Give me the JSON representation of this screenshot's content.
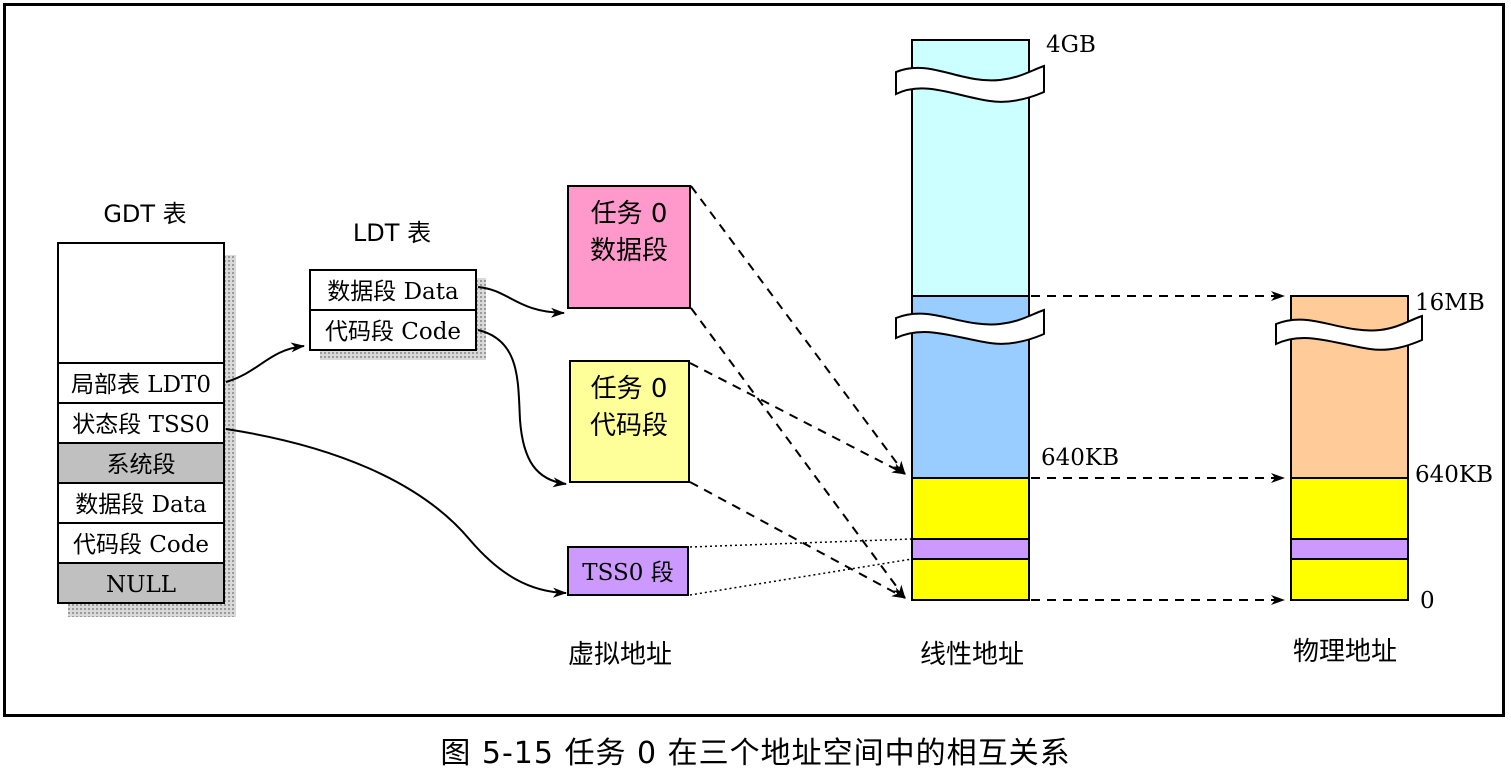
{
  "gdt": {
    "title": "GDT 表",
    "rows": [
      "局部表 LDT0",
      "状态段 TSS0",
      "系统段",
      "数据段 Data",
      "代码段 Code",
      "NULL"
    ]
  },
  "ldt": {
    "title": "LDT 表",
    "rows": [
      "数据段 Data",
      "代码段 Code"
    ]
  },
  "virtual": {
    "data_seg": [
      "任务 0",
      "数据段"
    ],
    "code_seg": [
      "任务 0",
      "代码段"
    ],
    "tss_seg": "TSS0 段",
    "label": "虚拟地址"
  },
  "linear": {
    "label": "线性地址",
    "top_label": "4GB",
    "mid_label": "640KB"
  },
  "physical": {
    "label": "物理地址",
    "top_label": "16MB",
    "mid_label": "640KB",
    "bottom_label": "0"
  },
  "caption": "图 5-15 任务 0 在三个地址空间中的相互关系",
  "colors": {
    "data_seg": "#ff99cc",
    "code_seg": "#ffff99",
    "tss_seg": "#cc99ff",
    "linear_top": "#ccffff",
    "linear_mid": "#99ccff",
    "yellow": "#ffff00",
    "physical_top": "#ffcc99",
    "gray": "#c0c0c0"
  }
}
